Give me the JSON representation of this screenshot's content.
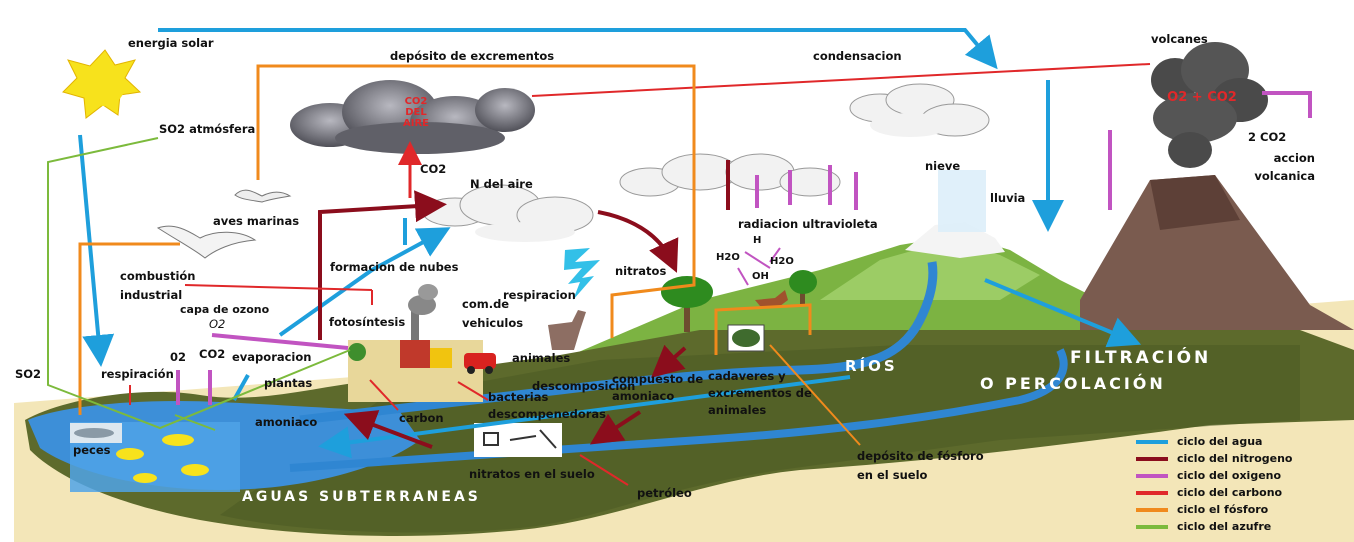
{
  "labels": {
    "energia_solar": "energia solar",
    "deposito_excrementos": "depósito de excrementos",
    "condensacion": "condensacion",
    "volcanes": "volcanes",
    "so2_atmosfera": "SO2 atmósfera",
    "co2": "CO2",
    "n_del_aire": "N del aire",
    "nieve": "nieve",
    "co2_2": "2 CO2",
    "accion_volcanica": "accion volcanica",
    "lluvia": "lluvia",
    "aves_marinas": "aves marinas",
    "radiacion_ultravioleta": "radiacion ultravioleta",
    "h": "H",
    "h2o_left": "H2O",
    "h2o_right": "H2O",
    "oh": "OH",
    "combustion_industrial": "combustión industrial",
    "formacion_nubes": "formacion de nubes",
    "nitratos": "nitratos",
    "capa_ozono": "capa de ozono",
    "o2_ozone": "O2",
    "respiracion_top": "respiracion",
    "fotosintesis": "fotosíntesis",
    "com_vehiculos": "com.de vehiculos",
    "so2_left": "SO2",
    "respiracion_left": "respiración",
    "o2": "02",
    "co2_low": "CO2",
    "evaporacion": "evaporacion",
    "animales": "animales",
    "plantas": "plantas",
    "descomposicion": "descomposicion",
    "compuesto_amoniaco": "compuesto de amoniaco",
    "cadaveres": "cadaveres y excrementos de animales",
    "bacterias": "bacterias descompenedoras",
    "carbon": "carbon",
    "amoniaco": "amoniaco",
    "peces": "peces",
    "nitratos_suelo": "nitratos en el suelo",
    "deposito_fosforo": "depósito de fósforo en el suelo",
    "petroleo": "petróleo"
  },
  "cloud_texts": {
    "co2_del_aire": "CO2 DEL AIRE",
    "volcano_gas": "O2 + CO2"
  },
  "terrain_texts": {
    "rios": "RÍOS",
    "filtracion": "FILTRACIÓN",
    "percolacion": "O PERCOLACIÓN",
    "aguas": "AGUAS SUBTERRANEAS"
  },
  "legend": [
    {
      "label": "ciclo del agua",
      "color": "#1e9fdc"
    },
    {
      "label": "ciclo del nitrogeno",
      "color": "#8b0d1c"
    },
    {
      "label": "ciclo del oxigeno",
      "color": "#c154c1"
    },
    {
      "label": "ciclo del carbono",
      "color": "#e0282a"
    },
    {
      "label": "ciclo el fósforo",
      "color": "#f08a1c"
    },
    {
      "label": "ciclo del azufre",
      "color": "#7cba3c"
    }
  ],
  "colors": {
    "agua": "#1e9fdc",
    "nitrogeno": "#8b0d1c",
    "oxigeno": "#c154c1",
    "carbono": "#e0282a",
    "fosforo": "#f08a1c",
    "azufre": "#7cba3c",
    "ground": "#556b2f",
    "sand": "#f3e6b8",
    "water": "#3d8fd8"
  }
}
